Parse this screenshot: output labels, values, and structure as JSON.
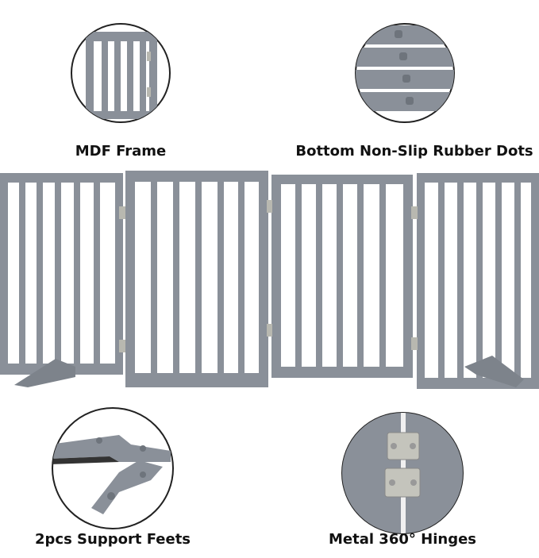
{
  "features": [
    {
      "label": "MDF Frame",
      "icon": "mdf-frame-closeup"
    },
    {
      "label": "Bottom Non-Slip Rubber Dots",
      "icon": "rubber-dots-closeup"
    },
    {
      "label": "2pcs Support Feets",
      "icon": "support-feet-closeup"
    },
    {
      "label": "Metal 360° Hinges",
      "icon": "hinge-closeup"
    }
  ],
  "colors": {
    "frame": "#8a9099",
    "frame_dark": "#6e747c",
    "hinge": "#b8b8b0",
    "text": "#111111"
  }
}
